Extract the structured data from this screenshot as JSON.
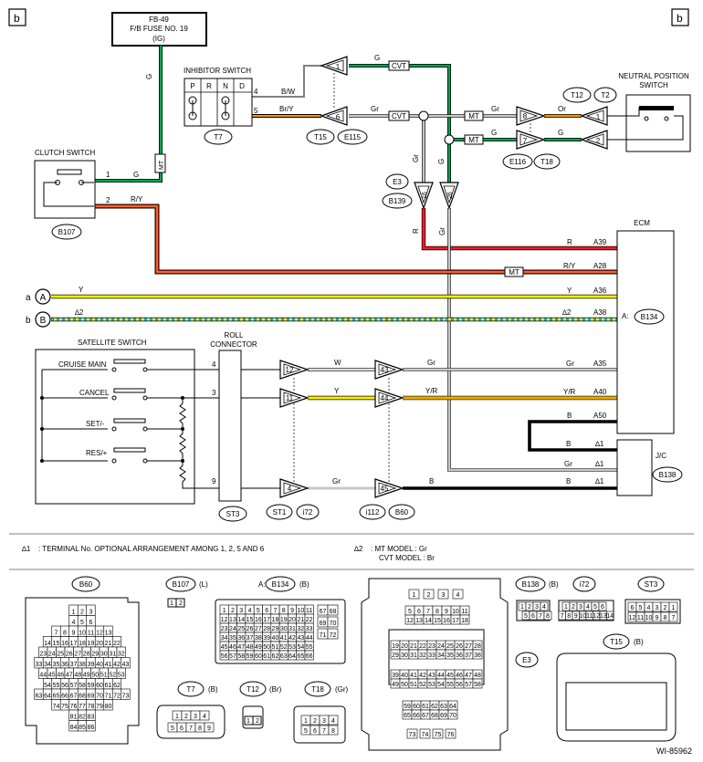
{
  "corner_marker": "b",
  "fuse": {
    "line1": "FB-49",
    "line2": "F/B FUSE NO. 19",
    "line3": "(IG)",
    "wire": "G"
  },
  "inhibitor": {
    "title": "INHIBITOR SWITCH",
    "positions": [
      "P",
      "R",
      "N",
      "D"
    ],
    "pin_upper": "4",
    "pin_lower": "5",
    "wire_upper": "B/W",
    "wire_lower": "Br/Y",
    "connector": "T7"
  },
  "upper_connectors": {
    "t15_pin_top": "1",
    "t15_pin_bottom": "6",
    "t15_id": "T15",
    "e115_id": "E115",
    "wire_top": "G",
    "wire_mid": "Gr",
    "cvt_label": "CVT",
    "mt_label": "MT",
    "e3_id": "E3",
    "b139_id": "B139",
    "e3_pin_left": "16",
    "e3_pin_right": "26",
    "vert_left": "Gr",
    "vert_right": "G",
    "vert_left_lower": "R",
    "vert_right_lower": "Gr"
  },
  "neutral": {
    "title_line1": "NEUTRAL POSITION",
    "title_line2": "SWITCH",
    "t12_id": "T12",
    "t2_id": "T2",
    "e116_id": "E116",
    "t18_id": "T18",
    "pin_8": "8",
    "pin_7": "7",
    "pin_1": "1",
    "pin_2": "2",
    "wire_or": "Or",
    "wire_g": "G",
    "wire_gr": "Gr",
    "wire_g2": "G"
  },
  "clutch": {
    "title": "CLUTCH SWITCH",
    "pin1": "1",
    "pin2": "2",
    "wire1": "G",
    "wire2": "R/Y",
    "mt_label": "MT",
    "connector": "B107"
  },
  "ecm": {
    "title": "ECM",
    "connector_prefix": "A:",
    "connector": "B134",
    "rows": [
      {
        "wire": "R",
        "pin": "A39"
      },
      {
        "wire": "R/Y",
        "pin": "A28"
      },
      {
        "wire": "Y",
        "pin": "A36"
      },
      {
        "wire": "∆2",
        "pin": "A38"
      },
      {
        "wire": "Gr",
        "pin": "A35"
      },
      {
        "wire": "Y/R",
        "pin": "A40"
      },
      {
        "wire": "B",
        "pin": "A50"
      }
    ],
    "mt_label": "MT"
  },
  "ground_refs": {
    "a_label": "a",
    "A_label": "A",
    "b_label": "b",
    "B_label": "B",
    "y_wire_left": "Y",
    "star2_left": "∆2"
  },
  "satellite": {
    "title": "SATELLITE SWITCH",
    "switches": [
      "CRUISE MAIN",
      "CANCEL",
      "SET/-",
      "RES/+"
    ]
  },
  "roll": {
    "title_line1": "ROLL",
    "title_line2": "CONNECTOR",
    "pins": [
      "4",
      "3",
      "9"
    ],
    "connector": "ST3"
  },
  "lower_connectors": {
    "left_pins": [
      "12",
      "11",
      "4"
    ],
    "right_pins": [
      "43",
      "44",
      "45"
    ],
    "wires_left": [
      "W",
      "Y",
      "Gr"
    ],
    "wires_right": [
      "Gr",
      "Y/R",
      "B"
    ],
    "ids": [
      "ST1",
      "i72",
      "i112",
      "B60"
    ]
  },
  "jc": {
    "title": "J/C",
    "connector": "B138",
    "rows": [
      {
        "wire": "B",
        "star": "∆1"
      },
      {
        "wire": "Gr",
        "star": "∆1"
      },
      {
        "wire": "B",
        "star": "∆1"
      }
    ]
  },
  "notes": {
    "note1_mark": "∆1",
    "note1": ": TERMINAL No. OPTIONAL ARRANGEMENT AMONG 1, 2, 5 AND 6",
    "note2_mark": "∆2",
    "note2_line1": ": MT MODEL : Gr",
    "note2_line2": "CVT MODEL : Br"
  },
  "connector_views": {
    "b60": {
      "id": "B60",
      "rows": [
        [
          "1",
          "2",
          "3"
        ],
        [
          "4",
          "5",
          "6"
        ],
        [
          "7",
          "8",
          "9",
          "10",
          "11",
          "12",
          "13"
        ],
        [
          "14",
          "15",
          "16",
          "17",
          "18",
          "19",
          "20",
          "21",
          "22"
        ],
        [
          "23",
          "24",
          "25",
          "26",
          "27",
          "28",
          "29",
          "30",
          "31",
          "32"
        ],
        [
          "33",
          "34",
          "35",
          "36",
          "37",
          "38",
          "39",
          "40",
          "41",
          "42",
          "43"
        ],
        [
          "44",
          "45",
          "46",
          "47",
          "48",
          "49",
          "50",
          "51",
          "52",
          "53"
        ],
        [
          "54",
          "55",
          "56",
          "57",
          "58",
          "59",
          "60",
          "61",
          "62"
        ],
        [
          "63",
          "64",
          "65",
          "66",
          "67",
          "68",
          "69",
          "70",
          "71",
          "72",
          "73"
        ],
        [
          "74",
          "75",
          "76",
          "77",
          "78",
          "79",
          "80"
        ],
        [
          "81",
          "82",
          "83"
        ],
        [
          "84",
          "85",
          "86"
        ]
      ]
    },
    "b107": {
      "id": "B107",
      "color": "(L)",
      "pins": [
        "1",
        "2"
      ]
    },
    "b134": {
      "prefix": "A:",
      "id": "B134",
      "color": "(B)"
    },
    "e3": {
      "id": "E3"
    },
    "b138": {
      "id": "B138",
      "color": "(B)",
      "pins": [
        "1",
        "2",
        "3",
        "4",
        "5",
        "6",
        "7",
        "8"
      ]
    },
    "i72": {
      "id": "i72",
      "pins": [
        "1",
        "2",
        "3",
        "4",
        "5",
        "6",
        "7",
        "8",
        "9",
        "10",
        "11",
        "12",
        "13",
        "14"
      ]
    },
    "st3": {
      "id": "ST3",
      "pins": [
        "6",
        "5",
        "4",
        "3",
        "2",
        "1",
        "12",
        "11",
        "10",
        "9",
        "8",
        "7"
      ]
    },
    "t15": {
      "id": "T15",
      "color": "(B)"
    },
    "t7": {
      "id": "T7",
      "color": "(B)",
      "pins": [
        "1",
        "2",
        "3",
        "4",
        "5",
        "6",
        "7",
        "8",
        "9"
      ]
    },
    "t12": {
      "id": "T12",
      "color": "(Br)",
      "pins": [
        "1",
        "2"
      ]
    },
    "t18": {
      "id": "T18",
      "color": "(Gr)",
      "pins": [
        "1",
        "2",
        "3",
        "4",
        "5",
        "6",
        "7",
        "8"
      ]
    }
  },
  "figure_id": "WI-85962",
  "colors": {
    "green": "#00a650",
    "grey": "#c8c8c8",
    "red": "#ee1c25",
    "orange": "#f7941d",
    "yellow": "#fff200",
    "blue": "#00aeef",
    "black": "#000000"
  }
}
